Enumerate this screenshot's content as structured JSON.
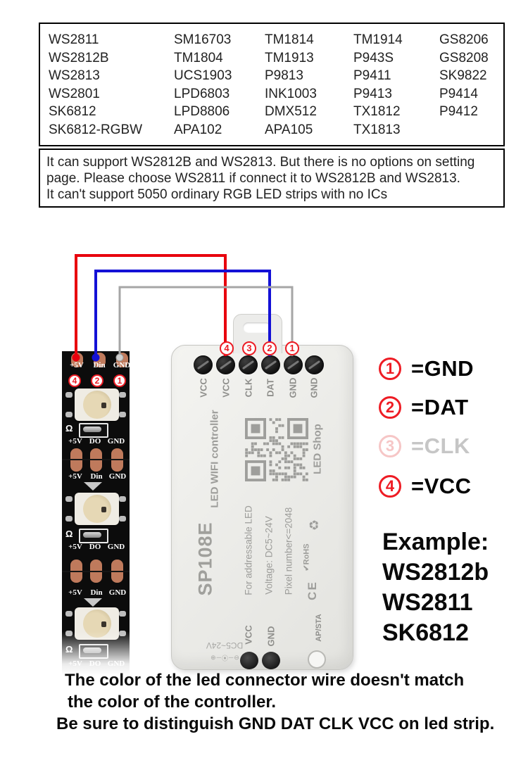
{
  "supported_chips": {
    "columns": [
      [
        "WS2811",
        "WS2812B",
        "WS2813",
        "WS2801",
        "SK6812",
        "SK6812-RGBW"
      ],
      [
        "SM16703",
        "TM1804",
        "UCS1903",
        "LPD6803",
        "LPD8806",
        "APA102"
      ],
      [
        "TM1814",
        "TM1913",
        "P9813",
        "INK1003",
        "DMX512",
        "APA105"
      ],
      [
        "TM1914",
        "P943S",
        "P9411",
        "P9413",
        "TX1812",
        "TX1813"
      ],
      [
        "GS8206",
        "GS8208",
        "SK9822",
        "P9414",
        "P9412"
      ]
    ]
  },
  "support_note": {
    "line1": "It can support WS2812B and WS2813. But there is no options on setting",
    "line2": "page. Please choose WS2811 if connect it to WS2812B and WS2813.",
    "line3": "It can't support 5050 ordinary RGB LED strips with no ICs"
  },
  "strip": {
    "in_labels": [
      "+5V",
      "Din",
      "GND"
    ],
    "out_labels": [
      "+5V",
      "DO",
      "GND"
    ],
    "markers": [
      "4",
      "2",
      "1"
    ],
    "ohm": "Ω"
  },
  "controller": {
    "model": "SP108E",
    "title": "LED WIFI controller",
    "terminals": [
      "VCC",
      "VCC",
      "CLK",
      "DAT",
      "GND",
      "GND"
    ],
    "terminal_markers": [
      "4",
      "3",
      "2",
      "1"
    ],
    "spec_line1": "For addressable LED",
    "spec_line2": "Voltage: DC5~24V",
    "spec_line3": "Pixel number<=2048",
    "brand": "LED Shop",
    "power_label": "DC5~24V",
    "power_polarity": "⊖─⦿─⊕",
    "power_terminals": [
      "VCC",
      "GND"
    ],
    "button_label": "AP/STA",
    "ce_mark": "CE",
    "rohs_mark": "✔RoHS",
    "recycle_icon": "♻"
  },
  "legend": {
    "items": [
      {
        "num": "1",
        "label": "=GND"
      },
      {
        "num": "2",
        "label": "=DAT"
      },
      {
        "num": "3",
        "label": "=CLK"
      },
      {
        "num": "4",
        "label": "=VCC"
      }
    ]
  },
  "example": {
    "title": "Example:",
    "items": [
      "WS2812b",
      "WS2811",
      "SK6812"
    ]
  },
  "bottom_note": {
    "line1": "The color of the led connector wire doesn't match",
    "line2": "the color of the controller.",
    "line3": "Be sure to distinguish GND DAT CLK VCC on led strip."
  },
  "colors": {
    "wire_vcc": "#e8000d",
    "wire_dat": "#1411d6",
    "wire_gnd": "#a6a6a6",
    "marker_red": "#ec1c24",
    "pad_copper": "#bf7a5c"
  }
}
